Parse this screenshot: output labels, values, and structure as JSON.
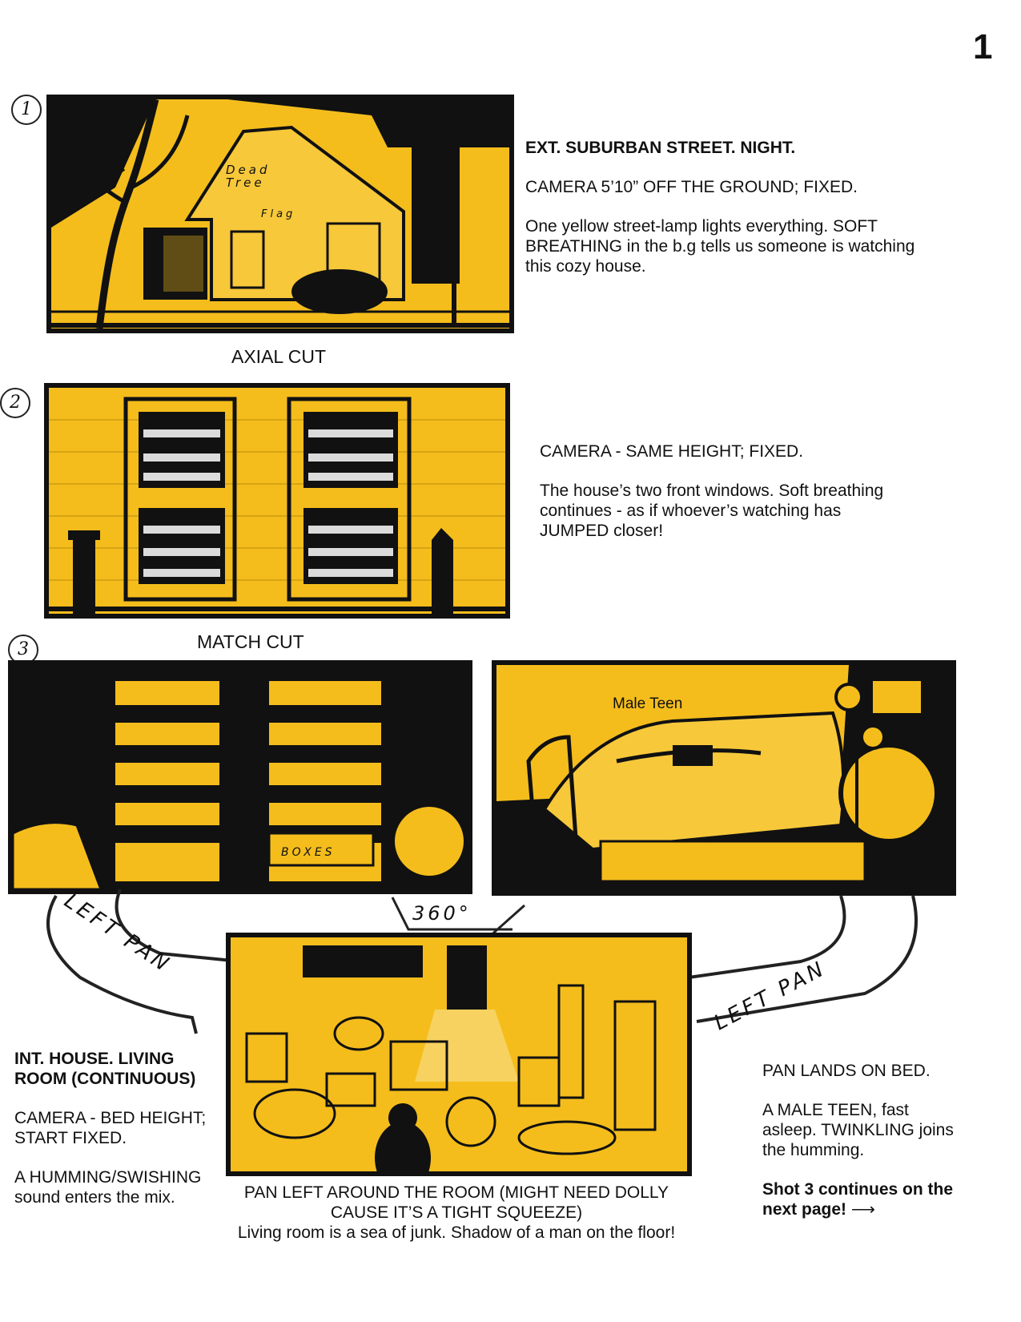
{
  "page_number": "1",
  "shots": [
    {
      "number": "1",
      "heading": "EXT. SUBURBAN STREET. NIGHT.",
      "camera": "CAMERA 5’10” OFF THE GROUND; FIXED.",
      "description": "One yellow street-lamp lights everything. SOFT BREATHING in the b.g tells us someone is watching this cozy house.",
      "labels": {
        "tree": "Dead Tree",
        "flag": "Flag"
      }
    },
    {
      "number": "2",
      "camera": "CAMERA - SAME HEIGHT; FIXED.",
      "description": "The house’s two front windows. Soft breathing continues - as if whoever’s watching has JUMPED closer!"
    },
    {
      "number": "3",
      "heading": "INT. HOUSE. LIVING ROOM (CONTINUOUS)",
      "camera": "CAMERA - BED HEIGHT; START FIXED.",
      "description": "A HUMMING/SWISHING sound enters the mix.",
      "labels": {
        "boxes": "BOXES",
        "male_teen": "Male Teen"
      },
      "pan_caption_line1": "PAN LEFT AROUND THE ROOM (MIGHT NEED DOLLY",
      "pan_caption_line2": "CAUSE IT’S A TIGHT SQUEEZE)",
      "pan_caption_line3": "Living room is a sea of junk. Shadow of a man on the floor!",
      "pan_lands": "PAN LANDS ON BED.",
      "bed_description": "A MALE TEEN, fast asleep. TWINKLING joins the humming.",
      "continues": "Shot 3 continues on the next page!"
    }
  ],
  "transitions": {
    "axial_cut": "AXIAL CUT",
    "match_cut": "MATCH CUT",
    "left_pan_1": "LEFT PAN",
    "left_pan_2": "LEFT PAN",
    "rotation": "360°"
  }
}
